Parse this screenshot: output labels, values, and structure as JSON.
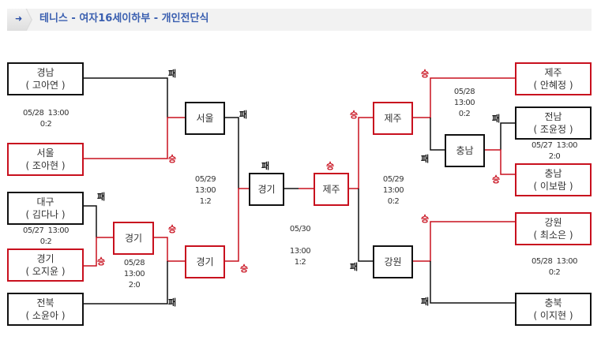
{
  "header": {
    "icon": "arrow-right-icon",
    "title": "테니스 - 여자16세이하부 - 개인전단식"
  },
  "labels": {
    "win": "승",
    "loss": "패"
  },
  "colors": {
    "win": "#c8101e",
    "loss": "#111111",
    "title": "#3a5fb0"
  },
  "left_bracket": {
    "round1": [
      {
        "region": "경남",
        "player": "( 고아연 )",
        "result": "패"
      },
      {
        "region": "서울",
        "player": "( 조아현 )",
        "result": "승"
      },
      {
        "region": "대구",
        "player": "( 김다나 )",
        "result": "패"
      },
      {
        "region": "경기",
        "player": "( 오지윤 )",
        "result": "승"
      },
      {
        "region": "전북",
        "player": "( 소윤아 )",
        "result": "패"
      }
    ],
    "match_gn_su": {
      "date": "05/28",
      "time": "13:00",
      "score": "0:2"
    },
    "match_dg_gg": {
      "date": "05/27",
      "time": "13:00",
      "score": "0:2"
    },
    "round1b": {
      "region": "경기",
      "result": "승"
    },
    "match_gg_jb": {
      "date": "05/28",
      "time": "13:00",
      "score": "2:0"
    },
    "semis": [
      {
        "region": "서울",
        "result": "패"
      },
      {
        "region": "경기",
        "result": "승"
      }
    ],
    "match_semi": {
      "date": "05/29",
      "time": "13:00",
      "score": "1:2"
    }
  },
  "final": {
    "left": {
      "region": "경기",
      "result": "패"
    },
    "right": {
      "region": "제주",
      "result": "승"
    },
    "match": {
      "date": "05/30",
      "time": "13:00",
      "score": "1:2"
    }
  },
  "right_bracket": {
    "semis": [
      {
        "region": "제주",
        "result": "승"
      },
      {
        "region": "강원",
        "result": "패"
      }
    ],
    "match_semi": {
      "date": "05/29",
      "time": "13:00",
      "score": "0:2"
    },
    "round1": [
      {
        "region": "제주",
        "player": "( 안혜정 )",
        "result": "승"
      },
      {
        "region": "전남",
        "player": "( 조윤정 )",
        "result": "패"
      },
      {
        "region": "충남",
        "player": "( 이보람 )",
        "result": "승"
      },
      {
        "region": "강원",
        "player": "( 최소은 )",
        "result": "승"
      },
      {
        "region": "충북",
        "player": "( 이지현 )",
        "result": "패"
      }
    ],
    "round1b": {
      "region": "충남",
      "result": "패"
    },
    "match_jj_cn": {
      "date": "05/28",
      "time": "13:00",
      "score": "0:2"
    },
    "match_jn_cn": {
      "date": "05/27",
      "time": "13:00",
      "score": "2:0"
    },
    "match_gw_cb": {
      "date": "05/28",
      "time": "13:00",
      "score": "0:2"
    }
  }
}
